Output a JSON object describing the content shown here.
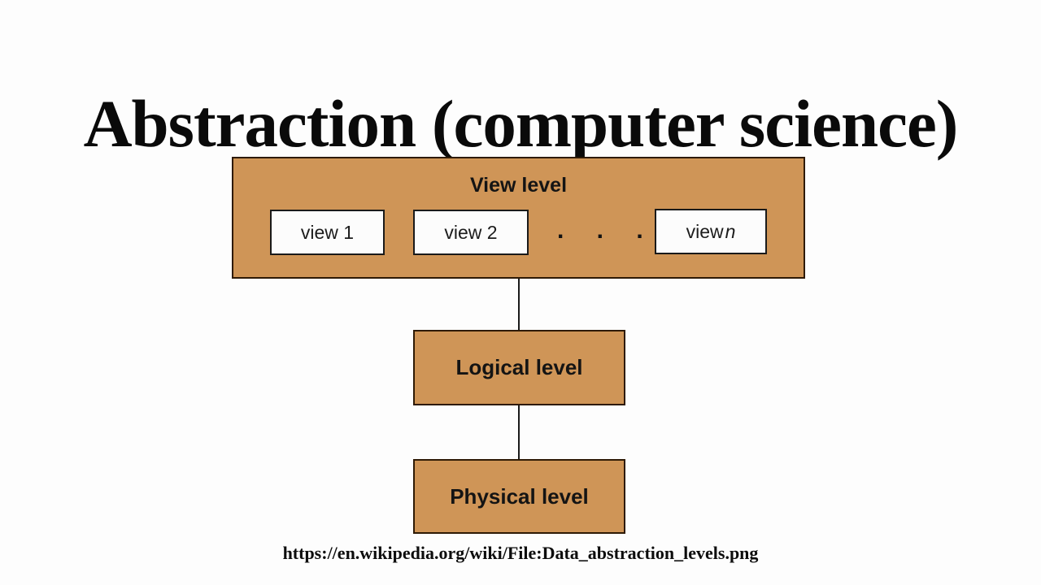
{
  "page": {
    "background_color": "#fdfdfd",
    "title": "Abstraction (computer science)",
    "source_url": "https://en.wikipedia.org/wiki/File:Data_abstraction_levels.png"
  },
  "diagram": {
    "colors": {
      "level_fill": "#cf9557",
      "level_border": "#2e1a05",
      "view_fill": "#fcfcfc",
      "view_border": "#1a1a1a",
      "connector": "#1a1a1a",
      "text": "#141414"
    },
    "view_level": {
      "label": "View level",
      "views": [
        {
          "text": "view 1",
          "italic": ""
        },
        {
          "text": "view 2",
          "italic": ""
        },
        {
          "text": "view ",
          "italic": "n"
        }
      ],
      "ellipsis": ". . ."
    },
    "logical_level": {
      "label": "Logical level"
    },
    "physical_level": {
      "label": "Physical level"
    }
  }
}
